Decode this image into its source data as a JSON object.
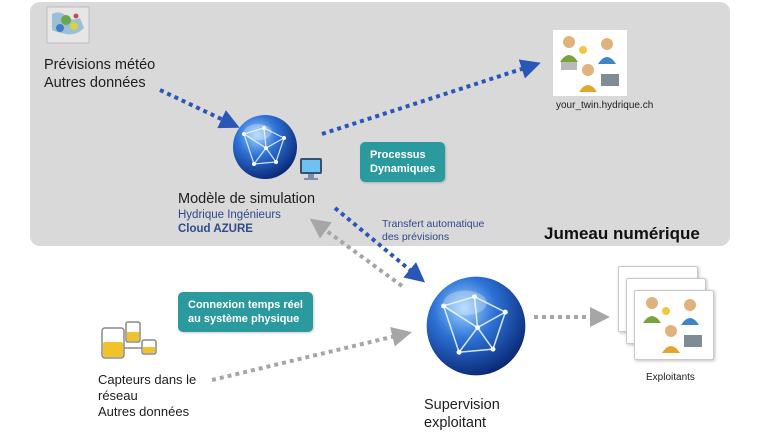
{
  "diagram": {
    "digital_twin_title": "Jumeau numérique",
    "weather_input": {
      "line1": "Prévisions météo",
      "line2": "Autres données",
      "icon": "weather-map-icon"
    },
    "web_portal": {
      "label": "your_twin.hydrique.ch",
      "icon": "people-working-icon"
    },
    "simulation_model": {
      "title": "Modèle de simulation",
      "subtitle": "Hydrique Ingénieurs",
      "cloud": "Cloud AZURE",
      "icon": "globe-icon"
    },
    "dynamic_processes": {
      "line1": "Processus",
      "line2": "Dynamiques"
    },
    "auto_transfer": {
      "line1": "Transfert automatique",
      "line2": "des prévisions"
    },
    "realtime_connection": {
      "line1": "Connexion temps réel",
      "line2": "au système physique"
    },
    "sensors": {
      "line1": "Capteurs dans le",
      "line2": "réseau",
      "line3": "Autres données",
      "icon": "tanks-icon"
    },
    "supervision": {
      "line1": "Supervision",
      "line2": "exploitant",
      "icon": "globe-icon"
    },
    "operators": {
      "label": "Exploitants",
      "icon": "people-stack-icon"
    },
    "colors": {
      "panel": "#d9d9d9",
      "blue_arrow": "#2a56b8",
      "grey_arrow": "#a6a6a6",
      "teal_badge": "#2b9a9f",
      "navy_text": "#2f4a8a"
    }
  }
}
